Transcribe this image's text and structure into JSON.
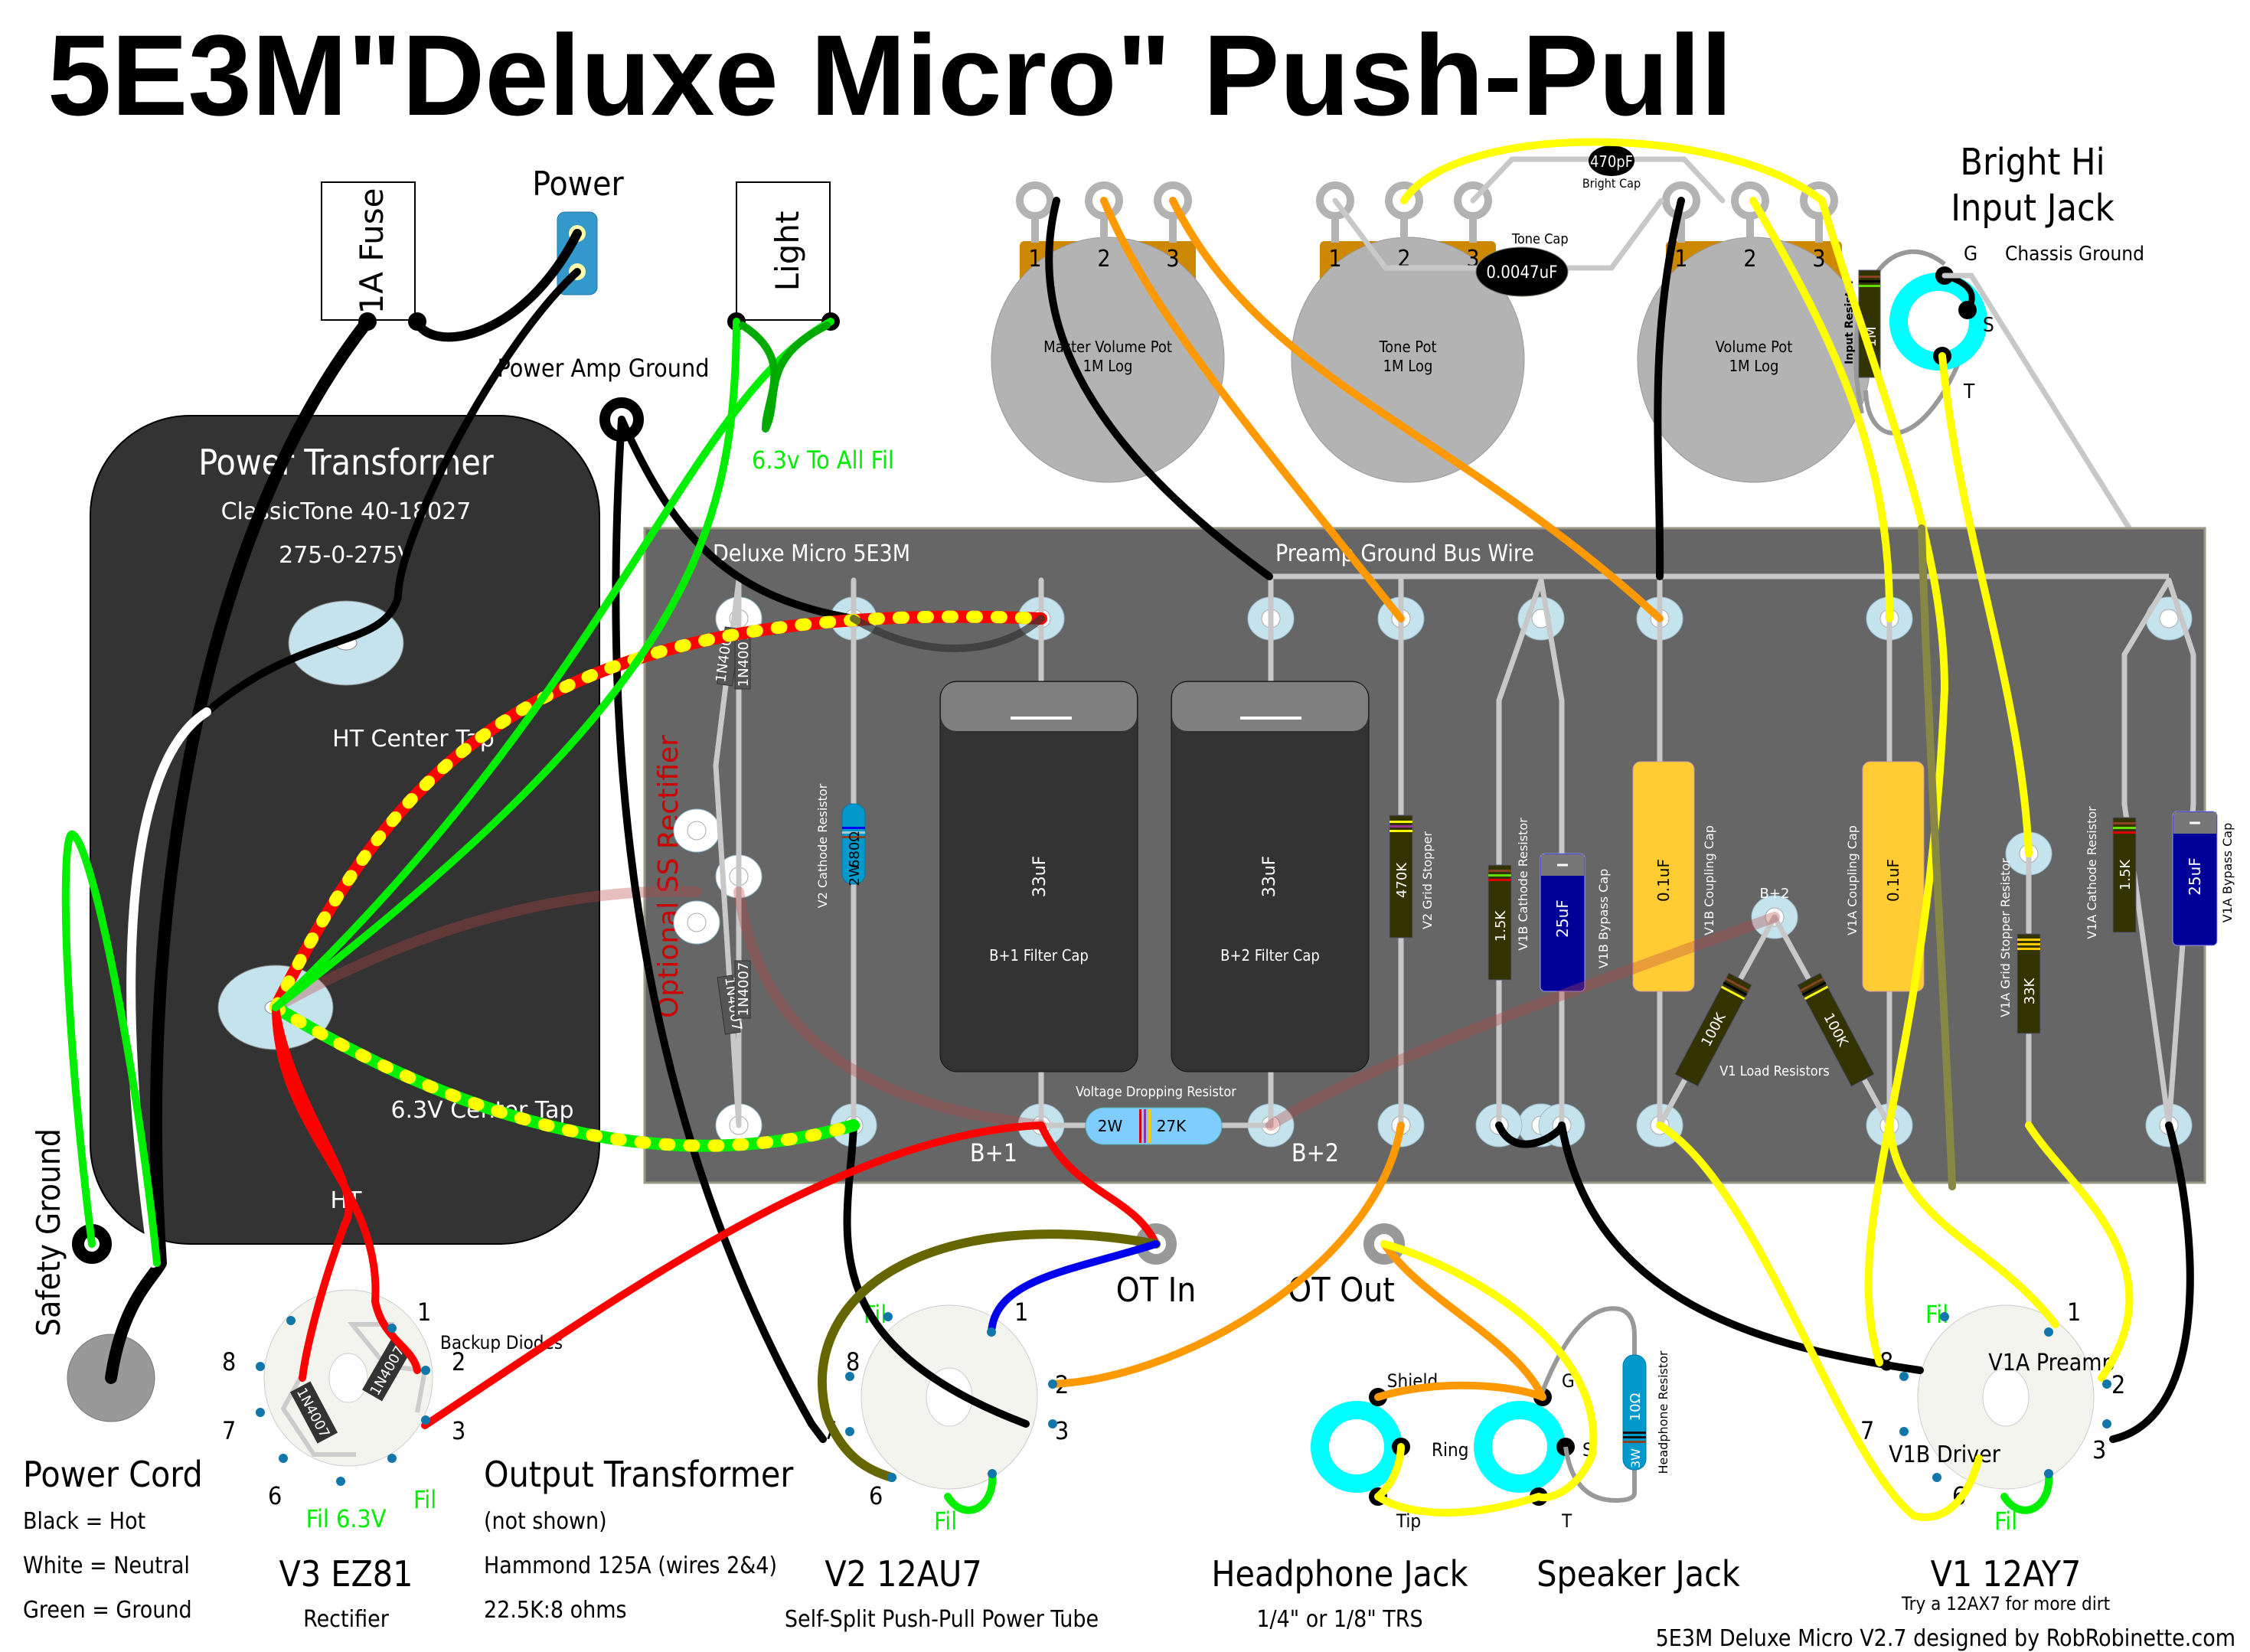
{
  "title": "5E3M\"Deluxe Micro\" Push-Pull",
  "footer_credit": "5E3M Deluxe Micro V2.7 designed by RobRobinette.com",
  "colors": {
    "board": "#666666",
    "transformer": "#333333",
    "wire_black": "#000000",
    "wire_red": "#ff0000",
    "wire_green": "#00ee00",
    "wire_yellow": "#ffff00",
    "wire_orange": "#ff9900",
    "wire_blue": "#0000ee",
    "wire_olive": "#666600",
    "jack_cyan": "#00ffff",
    "eyelet": "#c5e3ec",
    "coupling_cap": "#ffcc33",
    "bypass_cap": "#000099",
    "resistor_body": "#333300",
    "power_resistor": "#0099cc"
  },
  "top_panel": {
    "fuse_label": "1A Fuse",
    "power_label": "Power",
    "light_label": "Light",
    "power_amp_ground_label": "Power Amp Ground",
    "filament_note": "6.3v To All Fil"
  },
  "pots": [
    {
      "name": "Master Volume Pot",
      "value": "1M Log",
      "lugs": [
        "1",
        "2",
        "3"
      ]
    },
    {
      "name": "Tone Pot",
      "value": "1M Log",
      "lugs": [
        "1",
        "2",
        "3"
      ]
    },
    {
      "name": "Volume Pot",
      "value": "1M Log",
      "lugs": [
        "1",
        "2",
        "3"
      ]
    }
  ],
  "tone_cap": {
    "label": "Tone Cap",
    "value": "0.0047uF"
  },
  "bright_cap": {
    "label": "Bright Cap",
    "value": "470pF"
  },
  "input_jack": {
    "title_line1": "Bright Hi",
    "title_line2": "Input Jack",
    "chassis_ground": "Chassis Ground",
    "lug_g": "G",
    "lug_s": "S",
    "lug_t": "T",
    "resistor_label": "Input Resistor",
    "resistor_value": "1M"
  },
  "power_transformer": {
    "title": "Power Transformer",
    "model": "ClassicTone 40-18027",
    "voltage": "275-0-275V",
    "ht_center_tap": "HT Center Tap",
    "fil_center_tap": "6.3V Center Tap",
    "ht_label": "HT"
  },
  "safety_ground_label": "Safety Ground",
  "power_cord": {
    "title": "Power Cord",
    "legend": [
      "Black = Hot",
      "White = Neutral",
      "Green = Ground"
    ]
  },
  "board": {
    "title": "Deluxe Micro 5E3M",
    "ground_bus": "Preamp Ground Bus Wire",
    "ss_rectifier": "Optional SS Rectifier",
    "diodes": [
      "1N4007",
      "1N4007",
      "1N4007",
      "1N4007"
    ],
    "v2_cathode_resistor": {
      "label": "V2 Cathode Resistor",
      "value": "680Ω",
      "watt": "2W"
    },
    "filter_caps": [
      {
        "value": "33uF",
        "label": "B+1 Filter Cap"
      },
      {
        "value": "33uF",
        "label": "B+2 Filter Cap"
      }
    ],
    "dropping_resistor": {
      "label": "Voltage Dropping Resistor",
      "watt": "2W",
      "value": "27K"
    },
    "b1_label": "B+1",
    "b2_label": "B+2",
    "b2_small_label": "B+2",
    "v2_grid_stopper": {
      "label": "V2 Grid Stopper",
      "value": "470K"
    },
    "v1b_cathode_resistor": {
      "label": "V1B Cathode Resistor",
      "value": "1.5K"
    },
    "v1b_bypass_cap": {
      "label": "V1B Bypass Cap",
      "value": "25uF"
    },
    "v1b_coupling_cap": {
      "label": "V1B Coupling Cap",
      "value": "0.1uF"
    },
    "load_resistors": {
      "label": "V1 Load Resistors",
      "values": [
        "100K",
        "100K"
      ]
    },
    "v1a_coupling_cap": {
      "label": "V1A Coupling Cap",
      "value": "0.1uF"
    },
    "v1a_grid_stopper": {
      "label": "V1A Grid Stopper Resistor",
      "value": "33K"
    },
    "v1a_cathode_resistor": {
      "label": "V1A Cathode Resistor",
      "value": "1.5K"
    },
    "v1a_bypass_cap": {
      "label": "V1A Bypass Cap",
      "value": "25uF"
    }
  },
  "ot": {
    "in_label": "OT In",
    "out_label": "OT Out"
  },
  "v3": {
    "title": "V3 EZ81",
    "subtitle": "Rectifier",
    "backup": "Backup Diodes",
    "diodes": [
      "1N4007",
      "1N4007"
    ],
    "pins": [
      "1",
      "2",
      "3",
      "6",
      "7",
      "8"
    ],
    "fil_label": "Fil",
    "fil_63": "Fil 6.3V"
  },
  "output_transformer": {
    "title": "Output Transformer",
    "lines": [
      "(not shown)",
      "Hammond 125A (wires 2&4)",
      "22.5K:8 ohms"
    ]
  },
  "v2": {
    "title": "V2  12AU7",
    "subtitle": "Self-Split Push-Pull Power Tube",
    "pins": [
      "1",
      "2",
      "3",
      "6",
      "7",
      "8"
    ],
    "fil_label": "Fil"
  },
  "headphone_jack": {
    "title": "Headphone Jack",
    "subtitle": "1/4\" or 1/8\" TRS",
    "shield": "Shield",
    "ring": "Ring",
    "tip": "Tip"
  },
  "speaker_jack": {
    "title": "Speaker Jack",
    "lug_g": "G",
    "lug_s": "S",
    "lug_t": "T",
    "resistor_label": "Headphone Resistor",
    "resistor_value": "10Ω",
    "resistor_watt": "3W"
  },
  "v1": {
    "title": "V1  12AY7",
    "subtitle": "Try a 12AX7 for more dirt",
    "v1a": "V1A Preamp",
    "v1b": "V1B Driver",
    "pins": [
      "1",
      "2",
      "3",
      "6",
      "7",
      "8"
    ],
    "fil_label": "Fil"
  }
}
